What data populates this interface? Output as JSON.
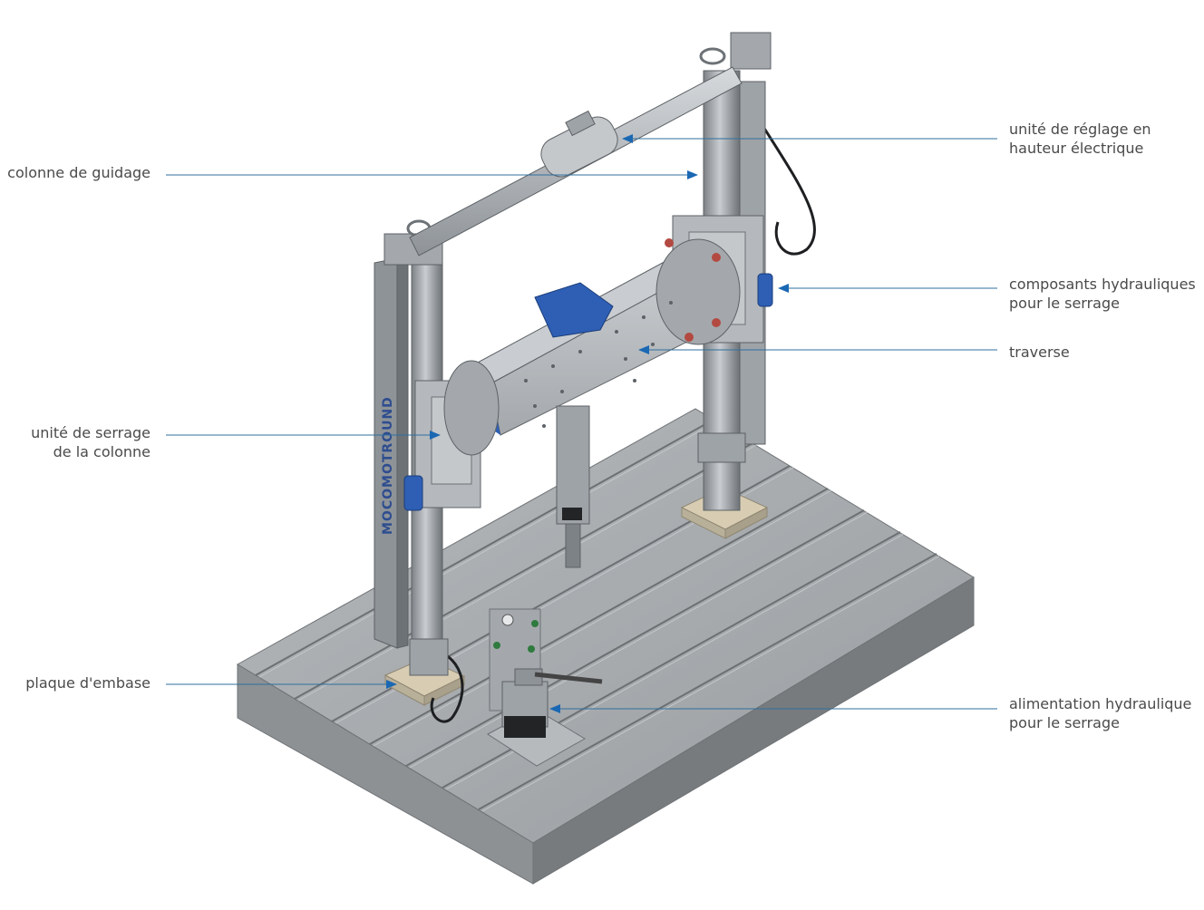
{
  "labels": {
    "guide_column": [
      "colonne de guidage"
    ],
    "column_clamp": [
      "unité de serrage",
      "de la colonne"
    ],
    "base_plate": [
      "plaque d'embase"
    ],
    "height_adjust": [
      "unité de réglage en",
      "hauteur électrique"
    ],
    "hydraulic_components": [
      "composants hydrauliques",
      "pour le serrage"
    ],
    "crossbeam": [
      "traverse"
    ],
    "hydraulic_supply": [
      "alimentation hydraulique",
      "pour le serrage"
    ]
  },
  "brand": {
    "logo_text": "MOCOMOTROUND"
  },
  "colors": {
    "callout_line": "#2f6f9e",
    "arrow": "#1a68b3",
    "steel_light": "#c9ccd0",
    "steel_mid": "#9ea3a8",
    "steel_dark": "#6d7277",
    "table_top": "#a7abae",
    "table_front": "#8d9194",
    "table_side": "#777b7e",
    "blue_part": "#2e5fb5",
    "brass_pad": "#d8cdb3"
  }
}
